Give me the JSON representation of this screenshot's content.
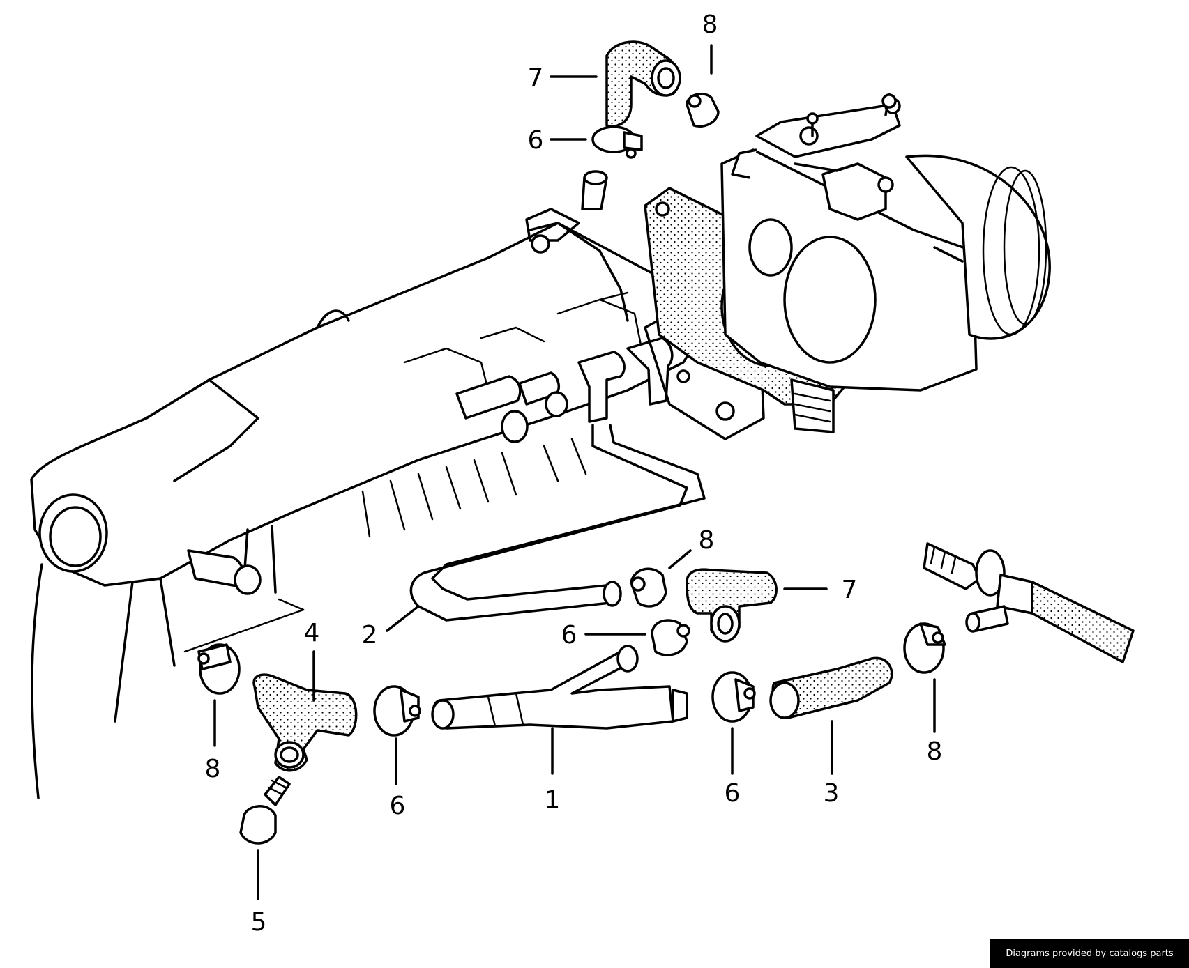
{
  "diagram": {
    "callouts": [
      {
        "id": "c8-top",
        "text": "8"
      },
      {
        "id": "c7-top",
        "text": "7"
      },
      {
        "id": "c6-top",
        "text": "6"
      },
      {
        "id": "c8-mid",
        "text": "8"
      },
      {
        "id": "c7-mid",
        "text": "7"
      },
      {
        "id": "c6-mid",
        "text": "6"
      },
      {
        "id": "c2",
        "text": "2"
      },
      {
        "id": "c4",
        "text": "4"
      },
      {
        "id": "c8-left",
        "text": "8"
      },
      {
        "id": "c6-left",
        "text": "6"
      },
      {
        "id": "c1",
        "text": "1"
      },
      {
        "id": "c6-right",
        "text": "6"
      },
      {
        "id": "c3",
        "text": "3"
      },
      {
        "id": "c8-right",
        "text": "8"
      },
      {
        "id": "c5",
        "text": "5"
      }
    ]
  },
  "footer": {
    "credit": "Diagrams provided by catalogs parts"
  }
}
